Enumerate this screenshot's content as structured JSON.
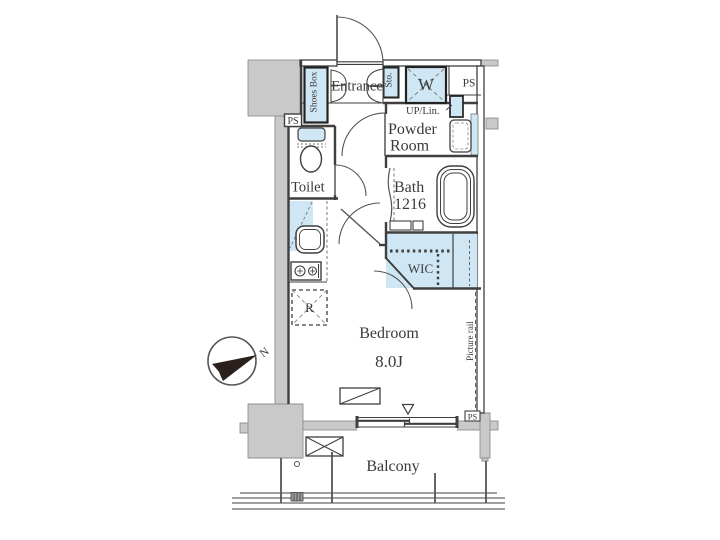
{
  "document": {
    "type": "apartment-floor-plan"
  },
  "colors": {
    "room_fill_blue": "#cfe6f4",
    "wall_gray": "#c9c9c9",
    "line_dark": "#3f3f3f",
    "compass_black": "#2a211c"
  },
  "labels": {
    "entrance": "Entrance",
    "shoes_box": "Shoes Box",
    "storage": "Sto.",
    "washer": "W",
    "ps_top_right": "PS",
    "up_linen": "UP/Lin.",
    "powder_line1": "Powder",
    "powder_line2": "Room",
    "ps_left": "PS",
    "toilet": "Toilet",
    "bath_line1": "Bath",
    "bath_line2": "1216",
    "wic": "WIC",
    "refrigerator": "R",
    "bedroom": "Bedroom",
    "bedroom_size": "8.0J",
    "picture_rail": "Picture rail",
    "ps_bottom_right": "PS",
    "balcony": "Balcony",
    "compass_north": "N"
  }
}
